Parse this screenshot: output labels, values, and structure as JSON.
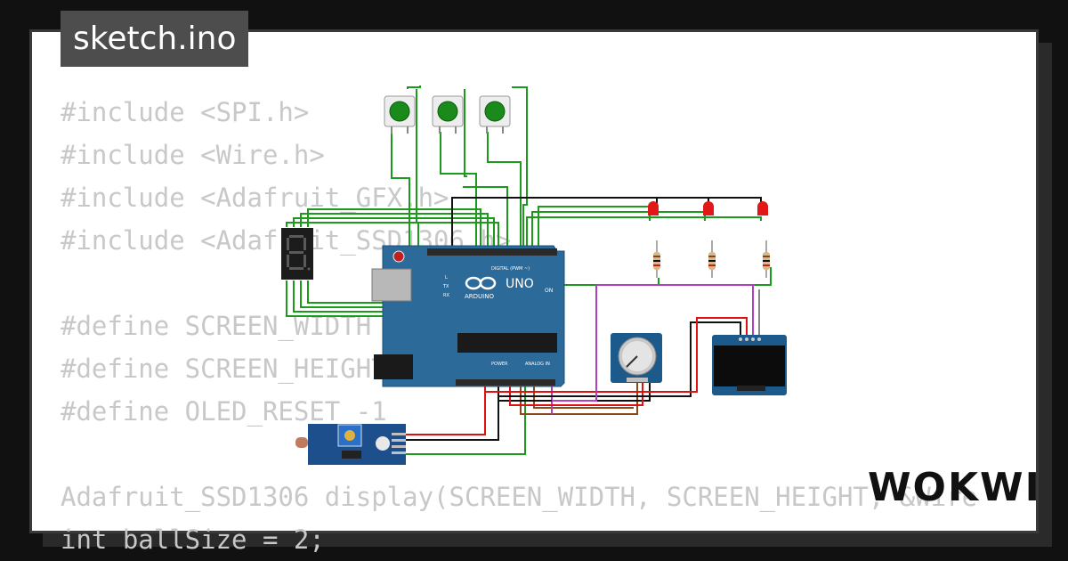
{
  "tab": {
    "filename": "sketch.ino"
  },
  "code": {
    "lines": [
      "#include <SPI.h>",
      "#include <Wire.h>",
      "#include <Adafruit_GFX.h>",
      "#include <Adafruit_SSD1306.h>",
      "",
      "#define SCREEN_WIDTH 128",
      "#define SCREEN_HEIGHT 64",
      "#define OLED_RESET -1",
      "",
      "Adafruit_SSD1306 display(SCREEN_WIDTH, SCREEN_HEIGHT, &Wire",
      "int ballSize = 2;"
    ]
  },
  "board": {
    "name": "UNO",
    "brand": "ARDUINO",
    "digital_label": "DIGITAL (PWM ~)",
    "power_label": "POWER",
    "analog_label": "ANALOG IN",
    "on_label": "ON",
    "tx_label": "TX",
    "rx_label": "RX",
    "l_label": "L"
  },
  "brand": {
    "logo": "WOKWI"
  },
  "colors": {
    "board": "#2c6a9a",
    "wire_green": "#1b9a1b",
    "wire_red": "#e01010",
    "wire_black": "#111111",
    "wire_brown": "#8a4a1a",
    "wire_purple": "#b040c0",
    "button_cap": "#1a8a1a"
  }
}
